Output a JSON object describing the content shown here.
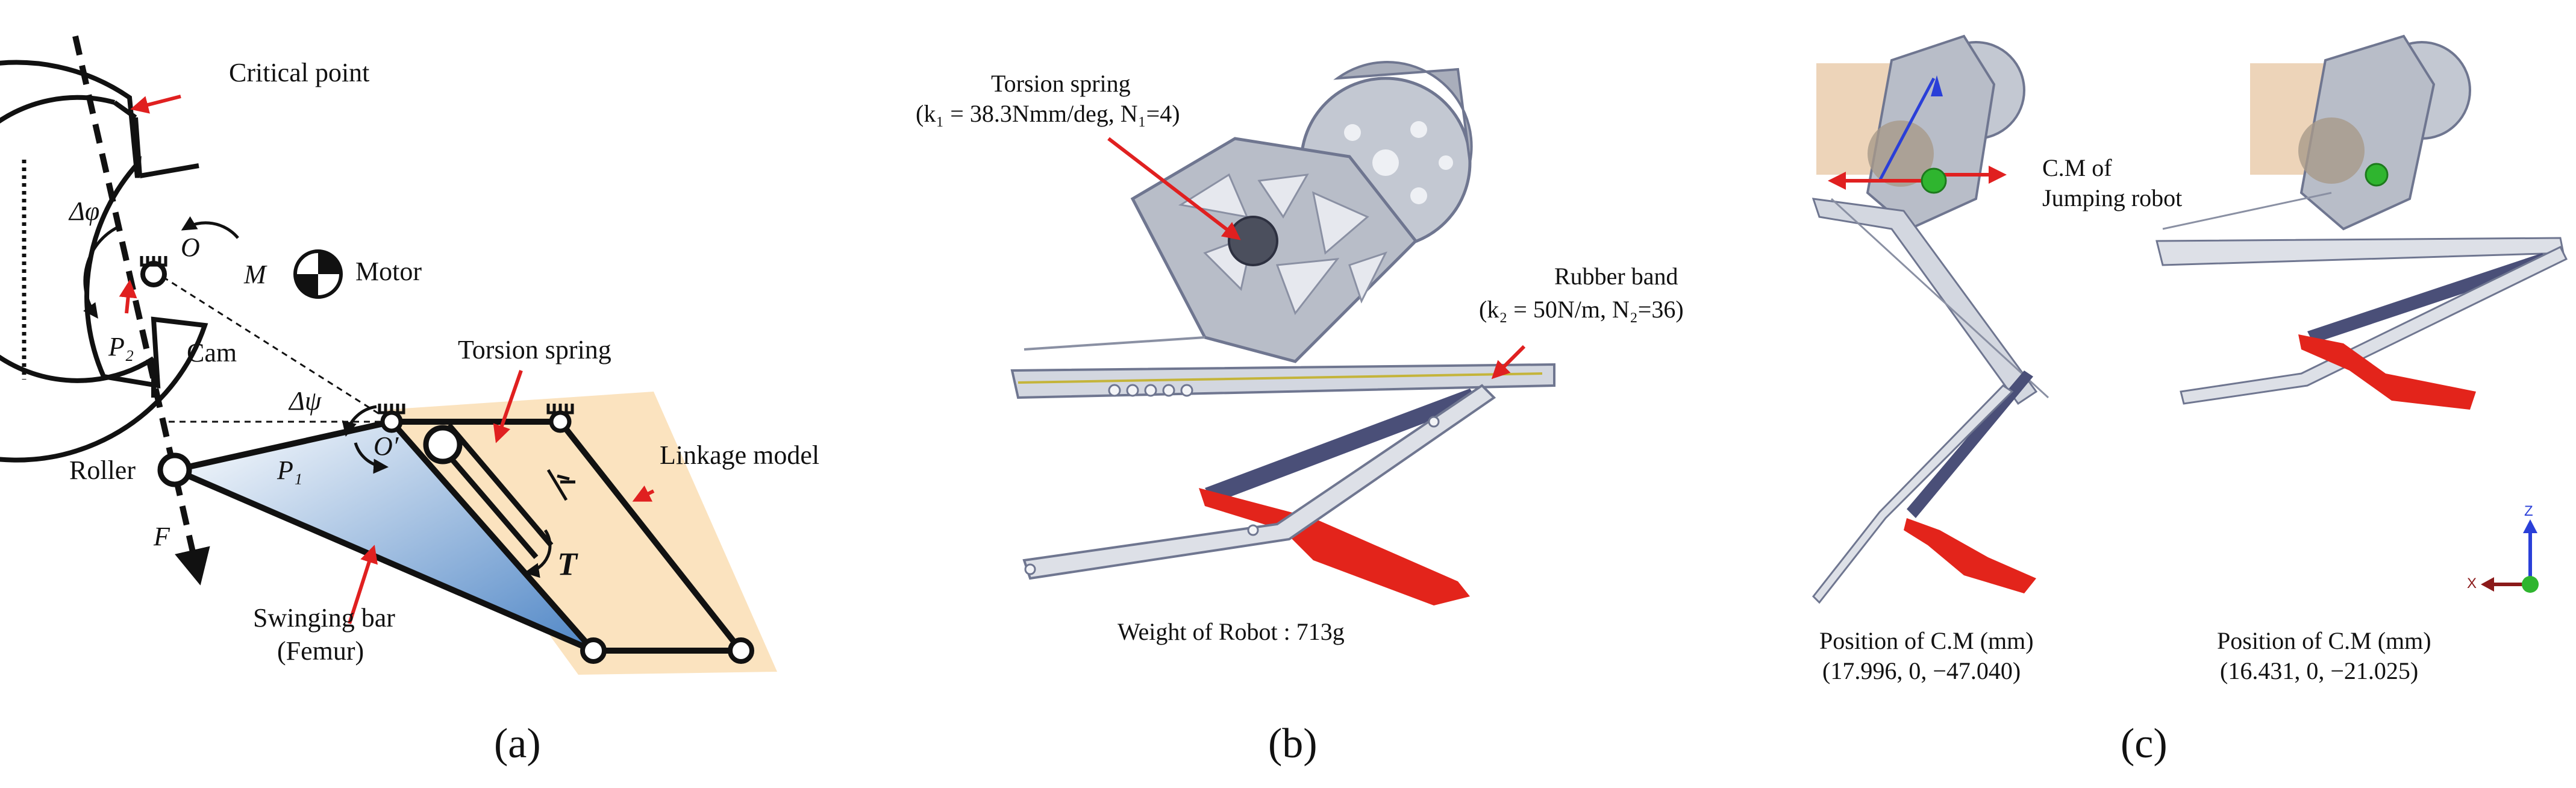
{
  "panel_a": {
    "label_critical_point": "Critical point",
    "label_delta_phi": "Δφ",
    "label_O": "O",
    "label_M": "M",
    "label_motor": "Motor",
    "label_P2": "P₂",
    "label_cam": "Cam",
    "label_delta_psi": "Δψ",
    "label_O_prime": "O′",
    "label_torsion_spring": "Torsion spring",
    "label_roller": "Roller",
    "label_P1": "P₁",
    "label_linkage_model": "Linkage model",
    "label_F": "F",
    "label_T": "T",
    "label_swinging_bar_1": "Swinging bar",
    "label_swinging_bar_2": "(Femur)",
    "caption": "(a)"
  },
  "panel_b": {
    "torsion_spring_line1": "Torsion spring",
    "torsion_spring_line2": "(k₁ = 38.3Nmm/deg, N₁=4)",
    "rubber_band_line1": "Rubber band",
    "rubber_band_line2": "(k₂ = 50N/m, N₂=36)",
    "weight": "Weight of Robot : 713g",
    "caption": "(b)"
  },
  "panel_c": {
    "cm_line1": "C.M of",
    "cm_line2": "Jumping robot",
    "pos_left_line1": "Position of C.M (mm)",
    "pos_left_line2": "(17.996, 0, −47.040)",
    "pos_right_line1": "Position of C.M (mm)",
    "pos_right_line2": "(16.431, 0, −21.025)",
    "axis_z": "Z",
    "axis_x": "X",
    "caption": "(c)"
  },
  "colors": {
    "red_arrow": "#e02020",
    "linkage_fill": "#fbe3bf",
    "femur_gradient_end": "#4f86c6",
    "robot_gray": "#b8bdc8",
    "robot_red": "#e3241b",
    "robot_bar": "#4a4f78",
    "cm_box": "#e8c9a8",
    "cm_ball": "#2fb52f",
    "axis_blue": "#2a3fd8"
  }
}
